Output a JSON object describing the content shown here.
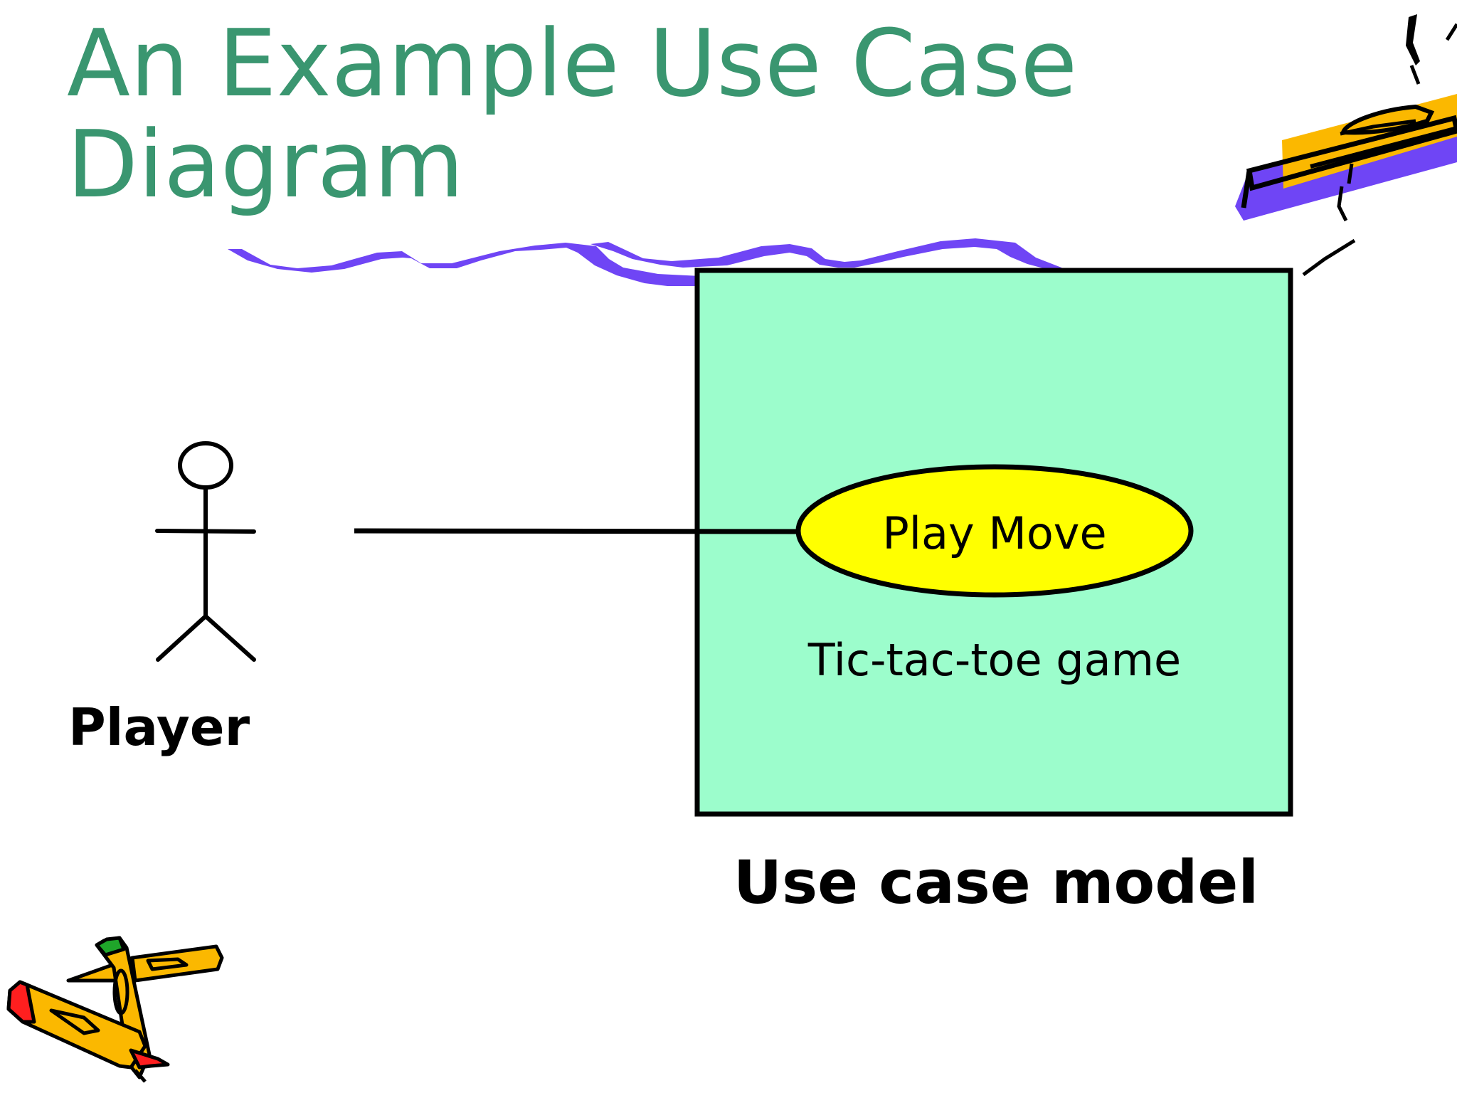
{
  "slide": {
    "title": "An Example Use Case Diagram"
  },
  "diagram": {
    "actor": {
      "label": "Player"
    },
    "system": {
      "label": "Tic-tac-toe game",
      "fill_color": "#9cfdcc"
    },
    "use_case": {
      "label": "Play Move",
      "fill_color": "#ffff00"
    },
    "caption": "Use case model"
  },
  "clipart": {
    "top_right": "pencil-clipart-icon",
    "bottom_left": "crossed-pencils-clipart-icon",
    "scribble_color": "#6f45f5",
    "pencil_color": "#fbb800"
  }
}
